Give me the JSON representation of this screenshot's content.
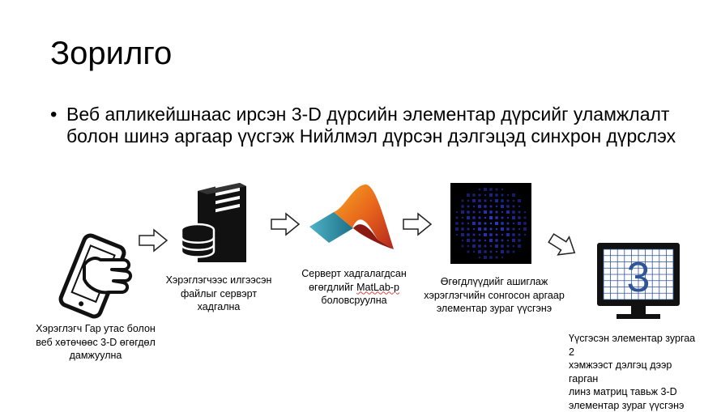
{
  "slide": {
    "title": "Зорилго",
    "bullet": "Веб апликейшнаас ирсэн 3-D дүрсийн элементар дүрсийг уламжлалт болон шинэ аргаар үүсгэж Нийлмэл дүрсэн дэлгэцэд синхрон дүрслэх"
  },
  "steps": [
    {
      "lines": [
        "Хэрэглэгч Гар утас болон",
        "веб хөтөчөөс 3-D өгөгдөл",
        "дамжуулна"
      ]
    },
    {
      "lines": [
        "Хэрэглэгчээс илгээсэн",
        "файлыг сервэрт",
        "хадгална"
      ]
    },
    {
      "line1": "Серверт хадгалагдсан",
      "line2_pre": "өгөгдлийг ",
      "line2_u": "MatLab-р",
      "line3": "боловсруулна"
    },
    {
      "lines": [
        "Өгөгдлүүдийг ашиглаж",
        "хэрэглэгчийн сонгосон аргаар",
        "элементар зураг үүсгэнэ"
      ]
    },
    {
      "lines": [
        "Үүсгэсэн элементар зургаа 2",
        "хэмжээст дэлгэц дээр гарган",
        "линз матриц тавьж 3-D",
        "элементар зураг үүсгэнэ"
      ]
    }
  ],
  "monitor": {
    "digit": "3"
  },
  "colors": {
    "monitor_blue": "#2f5597",
    "monitor_frame": "#111111"
  }
}
